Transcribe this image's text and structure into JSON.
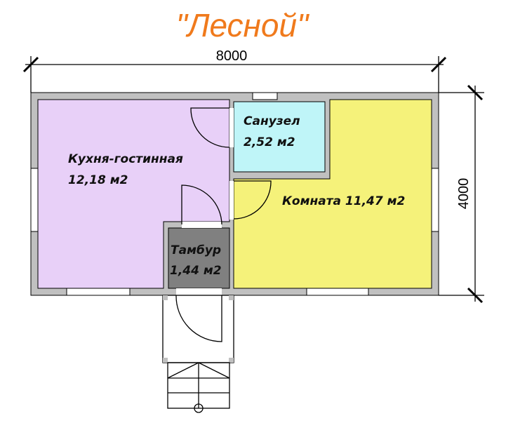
{
  "title": "\"Лесной\"",
  "dimensions": {
    "width": "8000",
    "height": "4000"
  },
  "rooms": {
    "kitchen": {
      "name": "Кухня-гостинная",
      "area": "12,18 м2",
      "color": "#e8d0f8"
    },
    "bathroom": {
      "name": "Санузел",
      "area": "2,52 м2",
      "color": "#bff5f8"
    },
    "room": {
      "name": "Комната",
      "area": "11,47 м2",
      "full": "Комната 11,47 м2",
      "color": "#f5f27a"
    },
    "vestibule": {
      "name": "Тамбур",
      "area": "1,44 м2",
      "color": "#808080"
    }
  },
  "wall_color": "#c0c0c0"
}
